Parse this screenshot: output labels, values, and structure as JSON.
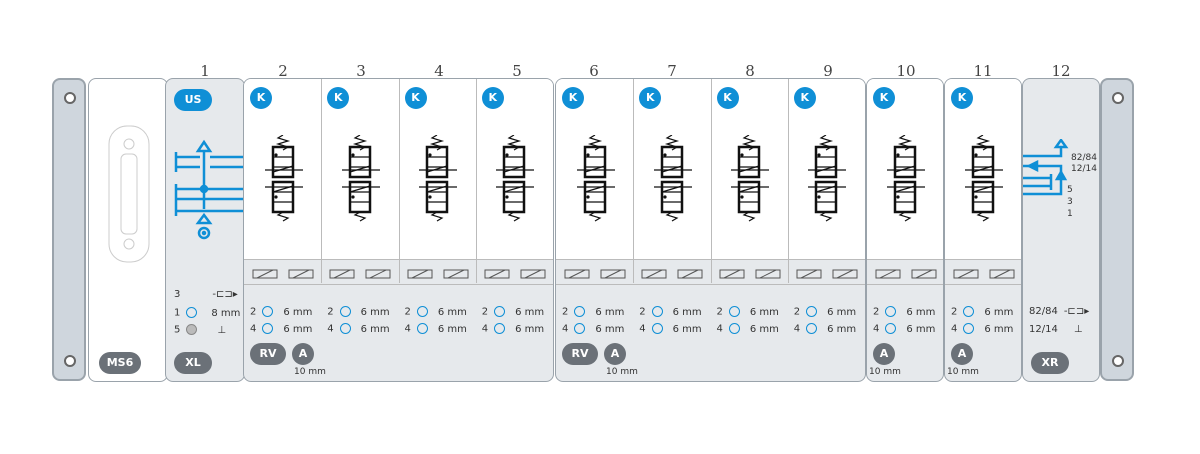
{
  "positions": [
    "1",
    "2",
    "3",
    "4",
    "5",
    "6",
    "7",
    "8",
    "9",
    "10",
    "11",
    "12"
  ],
  "left_plate": {
    "label": "MS6"
  },
  "module1": {
    "badge": "US",
    "bottom": "XL",
    "rows": [
      {
        "port": "3",
        "value": ""
      },
      {
        "port": "1",
        "value": "8 mm"
      },
      {
        "port": "5",
        "value": "⊥"
      }
    ]
  },
  "valve_badge": "K",
  "valve_ports": [
    {
      "port": "2",
      "size": "6 mm"
    },
    {
      "port": "4",
      "size": "6 mm"
    }
  ],
  "groups": [
    {
      "modules": 4,
      "badges": [
        "RV",
        "A"
      ],
      "size": "10 mm"
    },
    {
      "modules": 4,
      "badges": [
        "RV",
        "A"
      ],
      "size": "10 mm"
    },
    {
      "modules": 1,
      "badges": [
        "A"
      ],
      "size": "10 mm"
    },
    {
      "modules": 1,
      "badges": [
        "A"
      ],
      "size": "10 mm"
    }
  ],
  "module12": {
    "bottom": "XR",
    "labels_top": [
      "82/84",
      "12/14"
    ],
    "labels_ports": [
      "5",
      "3",
      "1"
    ],
    "rows": [
      {
        "port": "82/84",
        "value": ""
      },
      {
        "port": "12/14",
        "value": "⊥"
      }
    ]
  },
  "colors": {
    "accent": "#0f8fd6",
    "pill": "#6b7178",
    "frame": "#9aa3ab"
  }
}
